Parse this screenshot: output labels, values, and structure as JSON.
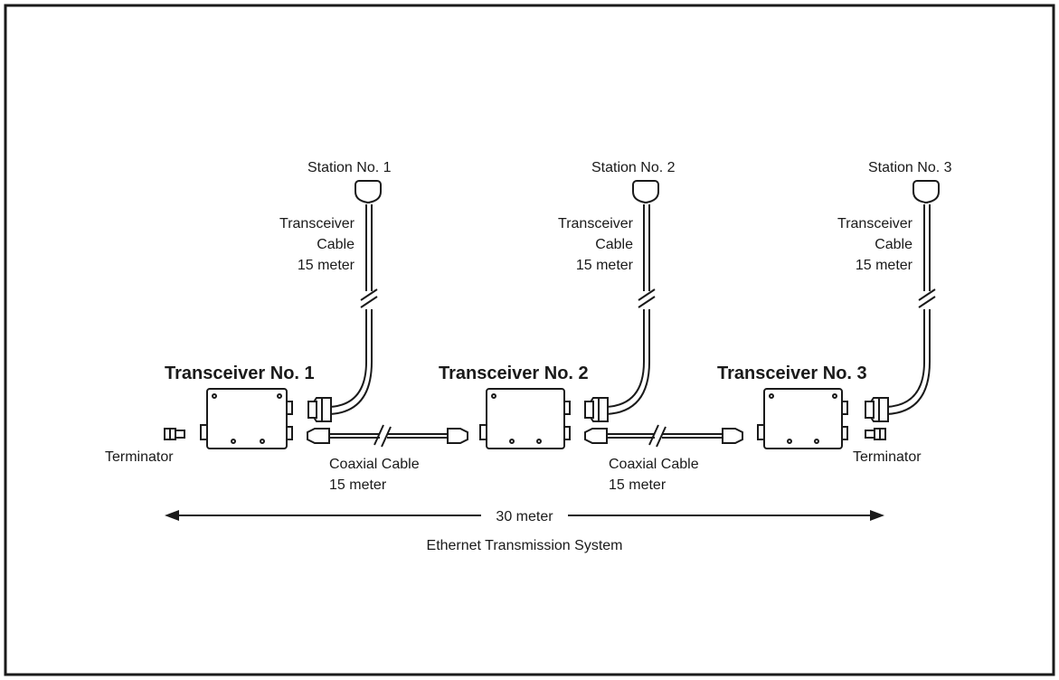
{
  "stations": [
    {
      "label": "Station No. 1",
      "cable": [
        "Transceiver",
        "Cable",
        "15 meter"
      ],
      "transceiver": "Transceiver No. 1"
    },
    {
      "label": "Station No. 2",
      "cable": [
        "Transceiver",
        "Cable",
        "15 meter"
      ],
      "transceiver": "Transceiver No. 2"
    },
    {
      "label": "Station No. 3",
      "cable": [
        "Transceiver",
        "Cable",
        "15 meter"
      ],
      "transceiver": "Transceiver No. 3"
    }
  ],
  "terminators": {
    "left": "Terminator",
    "right": "Terminator"
  },
  "coax": [
    {
      "line1": "Coaxial Cable",
      "line2": "15 meter"
    },
    {
      "line1": "Coaxial Cable",
      "line2": "15 meter"
    }
  ],
  "span": {
    "length": "30 meter",
    "caption": "Ethernet Transmission System"
  },
  "colors": {
    "ink": "#1a1a1a",
    "paper": "#ffffff"
  }
}
